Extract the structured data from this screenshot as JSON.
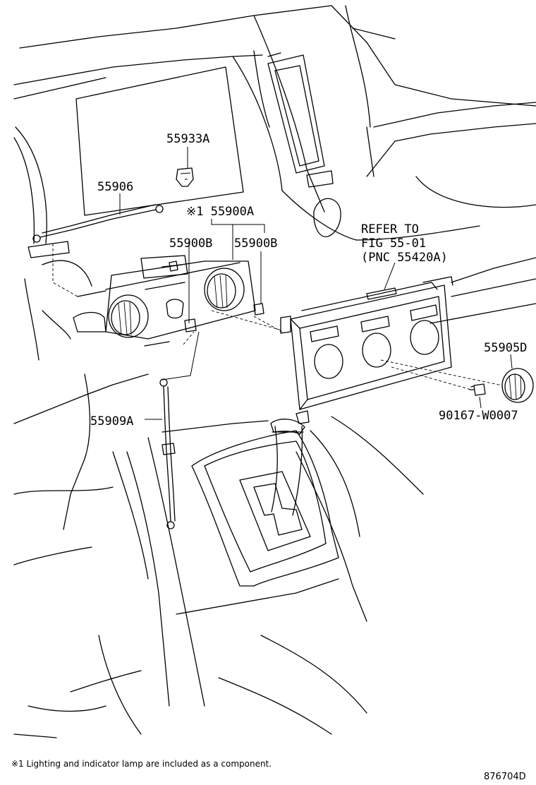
{
  "labels": {
    "p55933a": "55933A",
    "p55906": "55906",
    "p55900a": "※1 55900A",
    "p55900b_left": "55900B",
    "p55900b_right": "55900B",
    "refer_line1": "REFER TO",
    "refer_line2": "FIG 55-01",
    "refer_line3": "(PNC 55420A)",
    "p55905d": "55905D",
    "p90167": "90167-W0007",
    "p55909a": "55909A"
  },
  "footnote": "※1 Lighting and indicator lamp are included as a component.",
  "figure_code": "876704D"
}
